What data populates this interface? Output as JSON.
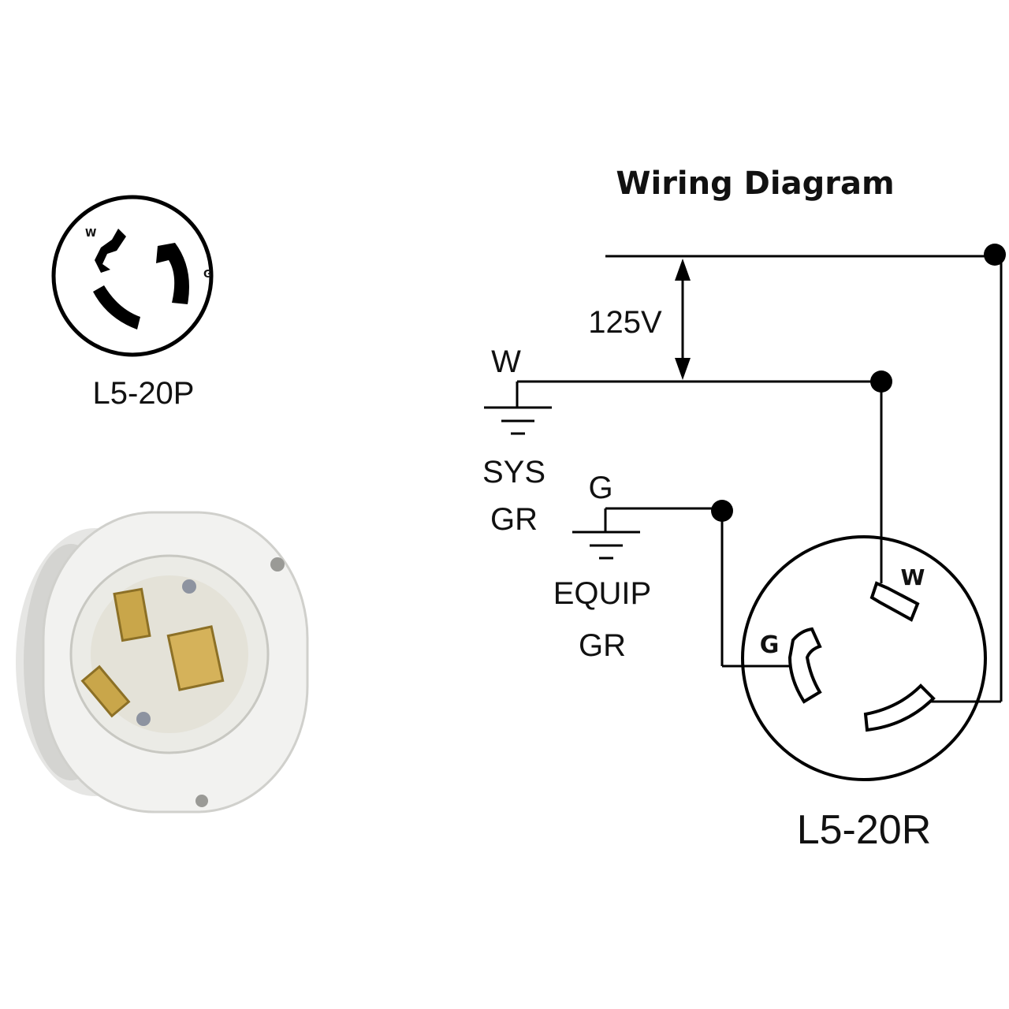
{
  "diagram": {
    "title": "Wiring Diagram",
    "voltage_label": "125V",
    "plug": {
      "name": "L5-20P",
      "w_label": "W",
      "g_label": "G"
    },
    "receptacle": {
      "name": "L5-20R",
      "w_label": "W",
      "g_label": "G"
    },
    "neutral_label": "W",
    "system_ground": [
      "SYS",
      "GR"
    ],
    "equipment_ground_label": "G",
    "equipment_ground": [
      "EQUIP",
      "GR"
    ]
  }
}
